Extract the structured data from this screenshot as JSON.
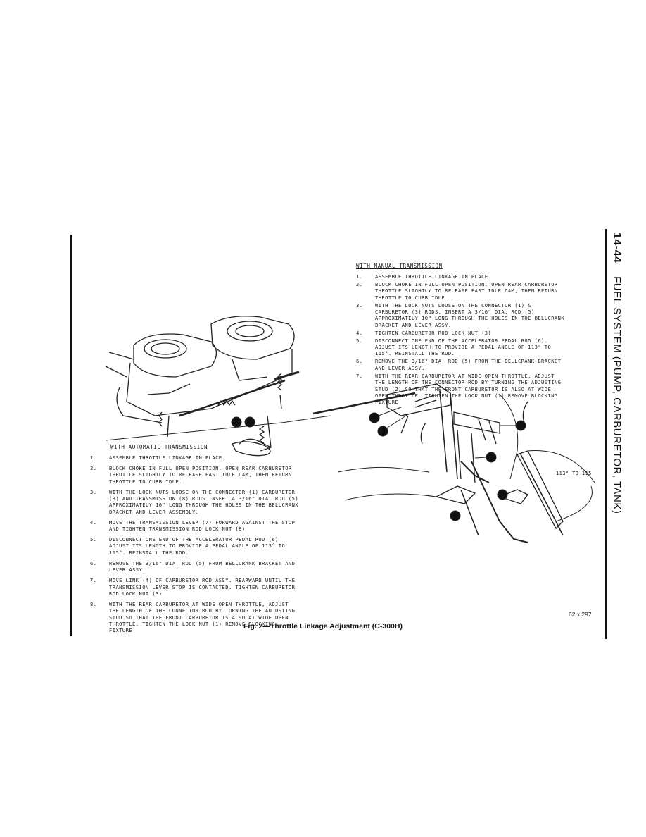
{
  "page": {
    "side_title": "FUEL SYSTEM (PUMP, CARBURETOR, TANK)",
    "page_number": "14-44",
    "figure_caption": "Fig. 2—Throttle Linkage Adjustment (C-300H)",
    "reference_code": "62 x 297"
  },
  "manual": {
    "title": "WITH MANUAL TRANSMISSION",
    "steps": [
      {
        "num": "1.",
        "text": "ASSEMBLE THROTTLE LINKAGE IN PLACE."
      },
      {
        "num": "2.",
        "text": "BLOCK CHOKE IN FULL OPEN POSITION. OPEN REAR CARBURETOR THROTTLE SLIGHTLY TO RELEASE FAST IDLE CAM, THEN RETURN THROTTLE TO CURB IDLE."
      },
      {
        "num": "3.",
        "text": "WITH THE LOCK NUTS LOOSE ON THE CONNECTOR (1) & CARBURETOR (3) RODS, INSERT A 3/16\" DIA. ROD (5) APPROXIMATELY 10\" LONG THROUGH THE HOLES IN THE BELLCRANK BRACKET AND LEVER ASSY."
      },
      {
        "num": "4.",
        "text": "TIGHTEN CARBURETOR ROD LOCK NUT (3)"
      },
      {
        "num": "5.",
        "text": "DISCONNECT ONE END OF THE ACCELERATOR PEDAL ROD (6). ADJUST ITS LENGTH TO PROVIDE A PEDAL ANGLE OF 113° TO 115°. REINSTALL THE ROD."
      },
      {
        "num": "6.",
        "text": "REMOVE THE 3/16\" DIA. ROD (5) FROM THE BELLCRANK BRACKET AND LEVER ASSY."
      },
      {
        "num": "7.",
        "text": "WITH THE REAR CARBURETOR AT WIDE OPEN THROTTLE, ADJUST THE LENGTH OF THE CONNECTOR ROD BY TURNING THE ADJUSTING STUD (2) SO THAT THE FRONT CARBURETOR IS ALSO AT WIDE OPEN THROTTLE. TIGHTEN THE LOCK NUT (1) REMOVE BLOCKING FIXTURE"
      }
    ]
  },
  "automatic": {
    "title": "WITH AUTOMATIC TRANSMISSION",
    "steps": [
      {
        "num": "1.",
        "text": "ASSEMBLE THROTTLE LINKAGE IN PLACE."
      },
      {
        "num": "2.",
        "text": "BLOCK CHOKE IN FULL OPEN POSITION. OPEN REAR CARBURETOR THROTTLE SLIGHTLY TO RELEASE FAST IDLE CAM, THEN RETURN THROTTLE TO CURB IDLE."
      },
      {
        "num": "3.",
        "text": "WITH THE LOCK NUTS LOOSE ON THE CONNECTOR (1) CARBURETOR (3) AND TRANSMISSION (8) RODS INSERT A 3/16\" DIA. ROD (5) APPROXIMATELY 10\" LONG THROUGH THE HOLES IN THE BELLCRANK BRACKET AND LEVER ASSEMBLY."
      },
      {
        "num": "4.",
        "text": "MOVE THE TRANSMISSION LEVER (7) FORWARD AGAINST THE STOP AND TIGHTEN TRANSMISSION ROD LOCK NUT (8)"
      },
      {
        "num": "5.",
        "text": "DISCONNECT ONE END OF THE ACCELERATOR PEDAL ROD (6) ADJUST ITS LENGTH TO PROVIDE A PEDAL ANGLE OF 113° TO 115°. REINSTALL THE ROD."
      },
      {
        "num": "6.",
        "text": "REMOVE THE 3/16\" DIA. ROD (5) FROM BELLCRANK BRACKET AND LEVER ASSY."
      },
      {
        "num": "7.",
        "text": "MOVE LINK (4) OF CARBURETOR ROD ASSY. REARWARD UNTIL THE TRANSMISSION LEVER STOP IS CONTACTED. TIGHTEN CARBURETOR ROD LOCK NUT (3)"
      },
      {
        "num": "8.",
        "text": "WITH THE REAR CARBURETOR AT WIDE OPEN THROTTLE, ADJUST THE LENGTH OF THE CONNECTOR ROD BY TURNING THE ADJUSTING STUD SO THAT THE FRONT CARBURETOR IS ALSO AT WIDE OPEN THROTTLE. TIGHTEN THE LOCK NUT (1) REMOVE BLOCKING FIXTURE"
      }
    ]
  },
  "diagram": {
    "angle_label": "113° TO 115",
    "callouts": [
      "1",
      "2",
      "3",
      "4",
      "5",
      "6",
      "7",
      "8"
    ]
  }
}
